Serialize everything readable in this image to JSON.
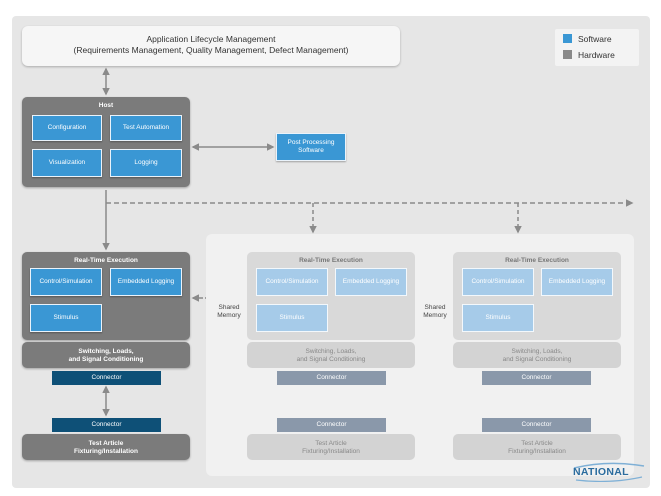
{
  "top_box": {
    "line1": "Application Lifecycle Management",
    "line2": "(Requirements Management, Quality Management, Defect Management)"
  },
  "legend": {
    "items": [
      {
        "label": "Software",
        "color": "#3a97d4"
      },
      {
        "label": "Hardware",
        "color": "#8a8a8a"
      }
    ]
  },
  "host": {
    "title": "Host",
    "blocks": [
      "Configuration",
      "Test Automation",
      "Visualization",
      "Logging"
    ]
  },
  "post_processing": {
    "line1": "Post Processing",
    "line2": "Software"
  },
  "rte": {
    "title": "Real-Time Execution",
    "control": "Control/Simulation",
    "logging": "Embedded Logging",
    "stimulus": "Stimulus",
    "switch_line1": "Switching, Loads,",
    "switch_line2": "and Signal Conditioning",
    "connector": "Connector",
    "ta_line1": "Test Article",
    "ta_line2": "Fixturing/Installation"
  },
  "shared_memory": {
    "line1": "Shared",
    "line2": "Memory"
  },
  "logo": {
    "text": "NATIONAL"
  },
  "colors": {
    "software": "#3a97d4",
    "hardware_dark": "#7b7b7b",
    "connector_dark": "#0e5077",
    "connector_light": "#8a98aa"
  }
}
